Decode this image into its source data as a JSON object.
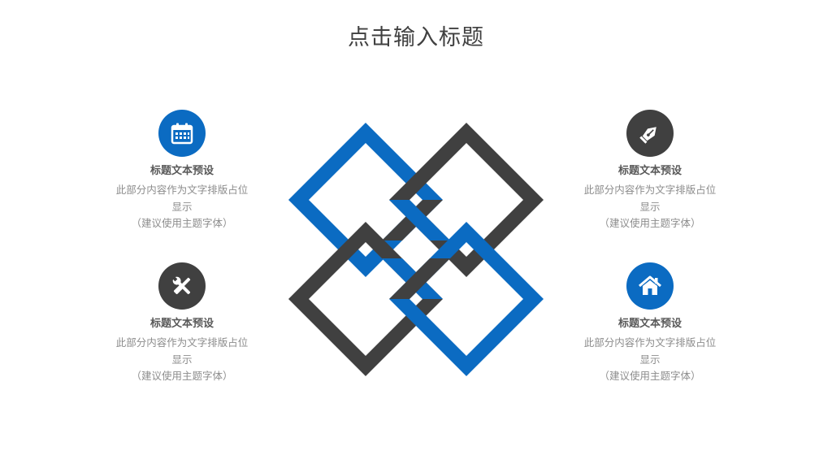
{
  "title": "点击输入标题",
  "colors": {
    "blue": "#0b6bc2",
    "dark": "#404040",
    "title_text": "#595959",
    "desc_text": "#8c8c8c"
  },
  "items": [
    {
      "icon": "calendar-icon",
      "color": "#0b6bc2",
      "title": "标题文本预设",
      "desc_line1": "此部分内容作为文字排版占位",
      "desc_line2": "显示",
      "desc_line3": "（建议使用主题字体）"
    },
    {
      "icon": "pen-nib-icon",
      "color": "#404040",
      "title": "标题文本预设",
      "desc_line1": "此部分内容作为文字排版占位",
      "desc_line2": "显示",
      "desc_line3": "（建议使用主题字体）"
    },
    {
      "icon": "tools-icon",
      "color": "#404040",
      "title": "标题文本预设",
      "desc_line1": "此部分内容作为文字排版占位",
      "desc_line2": "显示",
      "desc_line3": "（建议使用主题字体）"
    },
    {
      "icon": "home-icon",
      "color": "#0b6bc2",
      "title": "标题文本预设",
      "desc_line1": "此部分内容作为文字排版占位",
      "desc_line2": "显示",
      "desc_line3": "（建议使用主题字体）"
    }
  ]
}
